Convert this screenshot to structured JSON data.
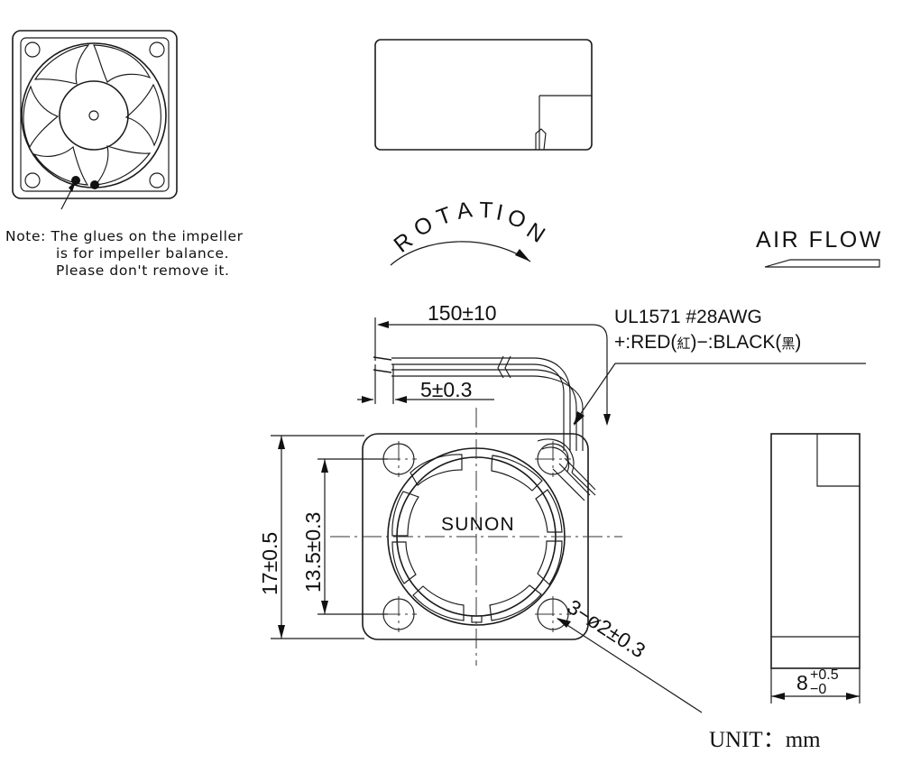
{
  "drawing": {
    "title": "SUNON fan mechanical outline drawing",
    "unit_note": "UNIT：mm",
    "brand": "SUNON",
    "line_color": "#1a1a1a",
    "background": "#ffffff"
  },
  "impeller_view": {
    "name": "impeller front view",
    "blade_count": 7,
    "glue_dot_count": 2,
    "note_lines": [
      "Note:  The  glues  on  the  impeller",
      "is  for  impeller  balance.",
      "Please  don't  remove  it."
    ]
  },
  "top_view": {
    "name": "top outline view"
  },
  "labels": {
    "rotation": "ROTATION",
    "rotation_chars": [
      "R",
      "O",
      "T",
      "A",
      "T",
      "I",
      "O",
      "N"
    ],
    "air_flow": "AIR FLOW"
  },
  "wire_spec": {
    "lead_length": "150±10",
    "strip_length": "5±0.3",
    "wire_type": "UL1571  #28AWG",
    "polarity_plus_prefix": "+:RED(",
    "polarity_plus_cjk": "紅",
    "polarity_sep": ")−:BLACK(",
    "polarity_minus_cjk": "黑",
    "polarity_close": ")"
  },
  "dimensions": {
    "frame_height": "17±0.5",
    "hole_pitch": "13.5±0.3",
    "hole_callout": "3−ø2±0.3",
    "depth_value": "8",
    "depth_tol_upper": "+0.5",
    "depth_tol_lower": "−0"
  }
}
